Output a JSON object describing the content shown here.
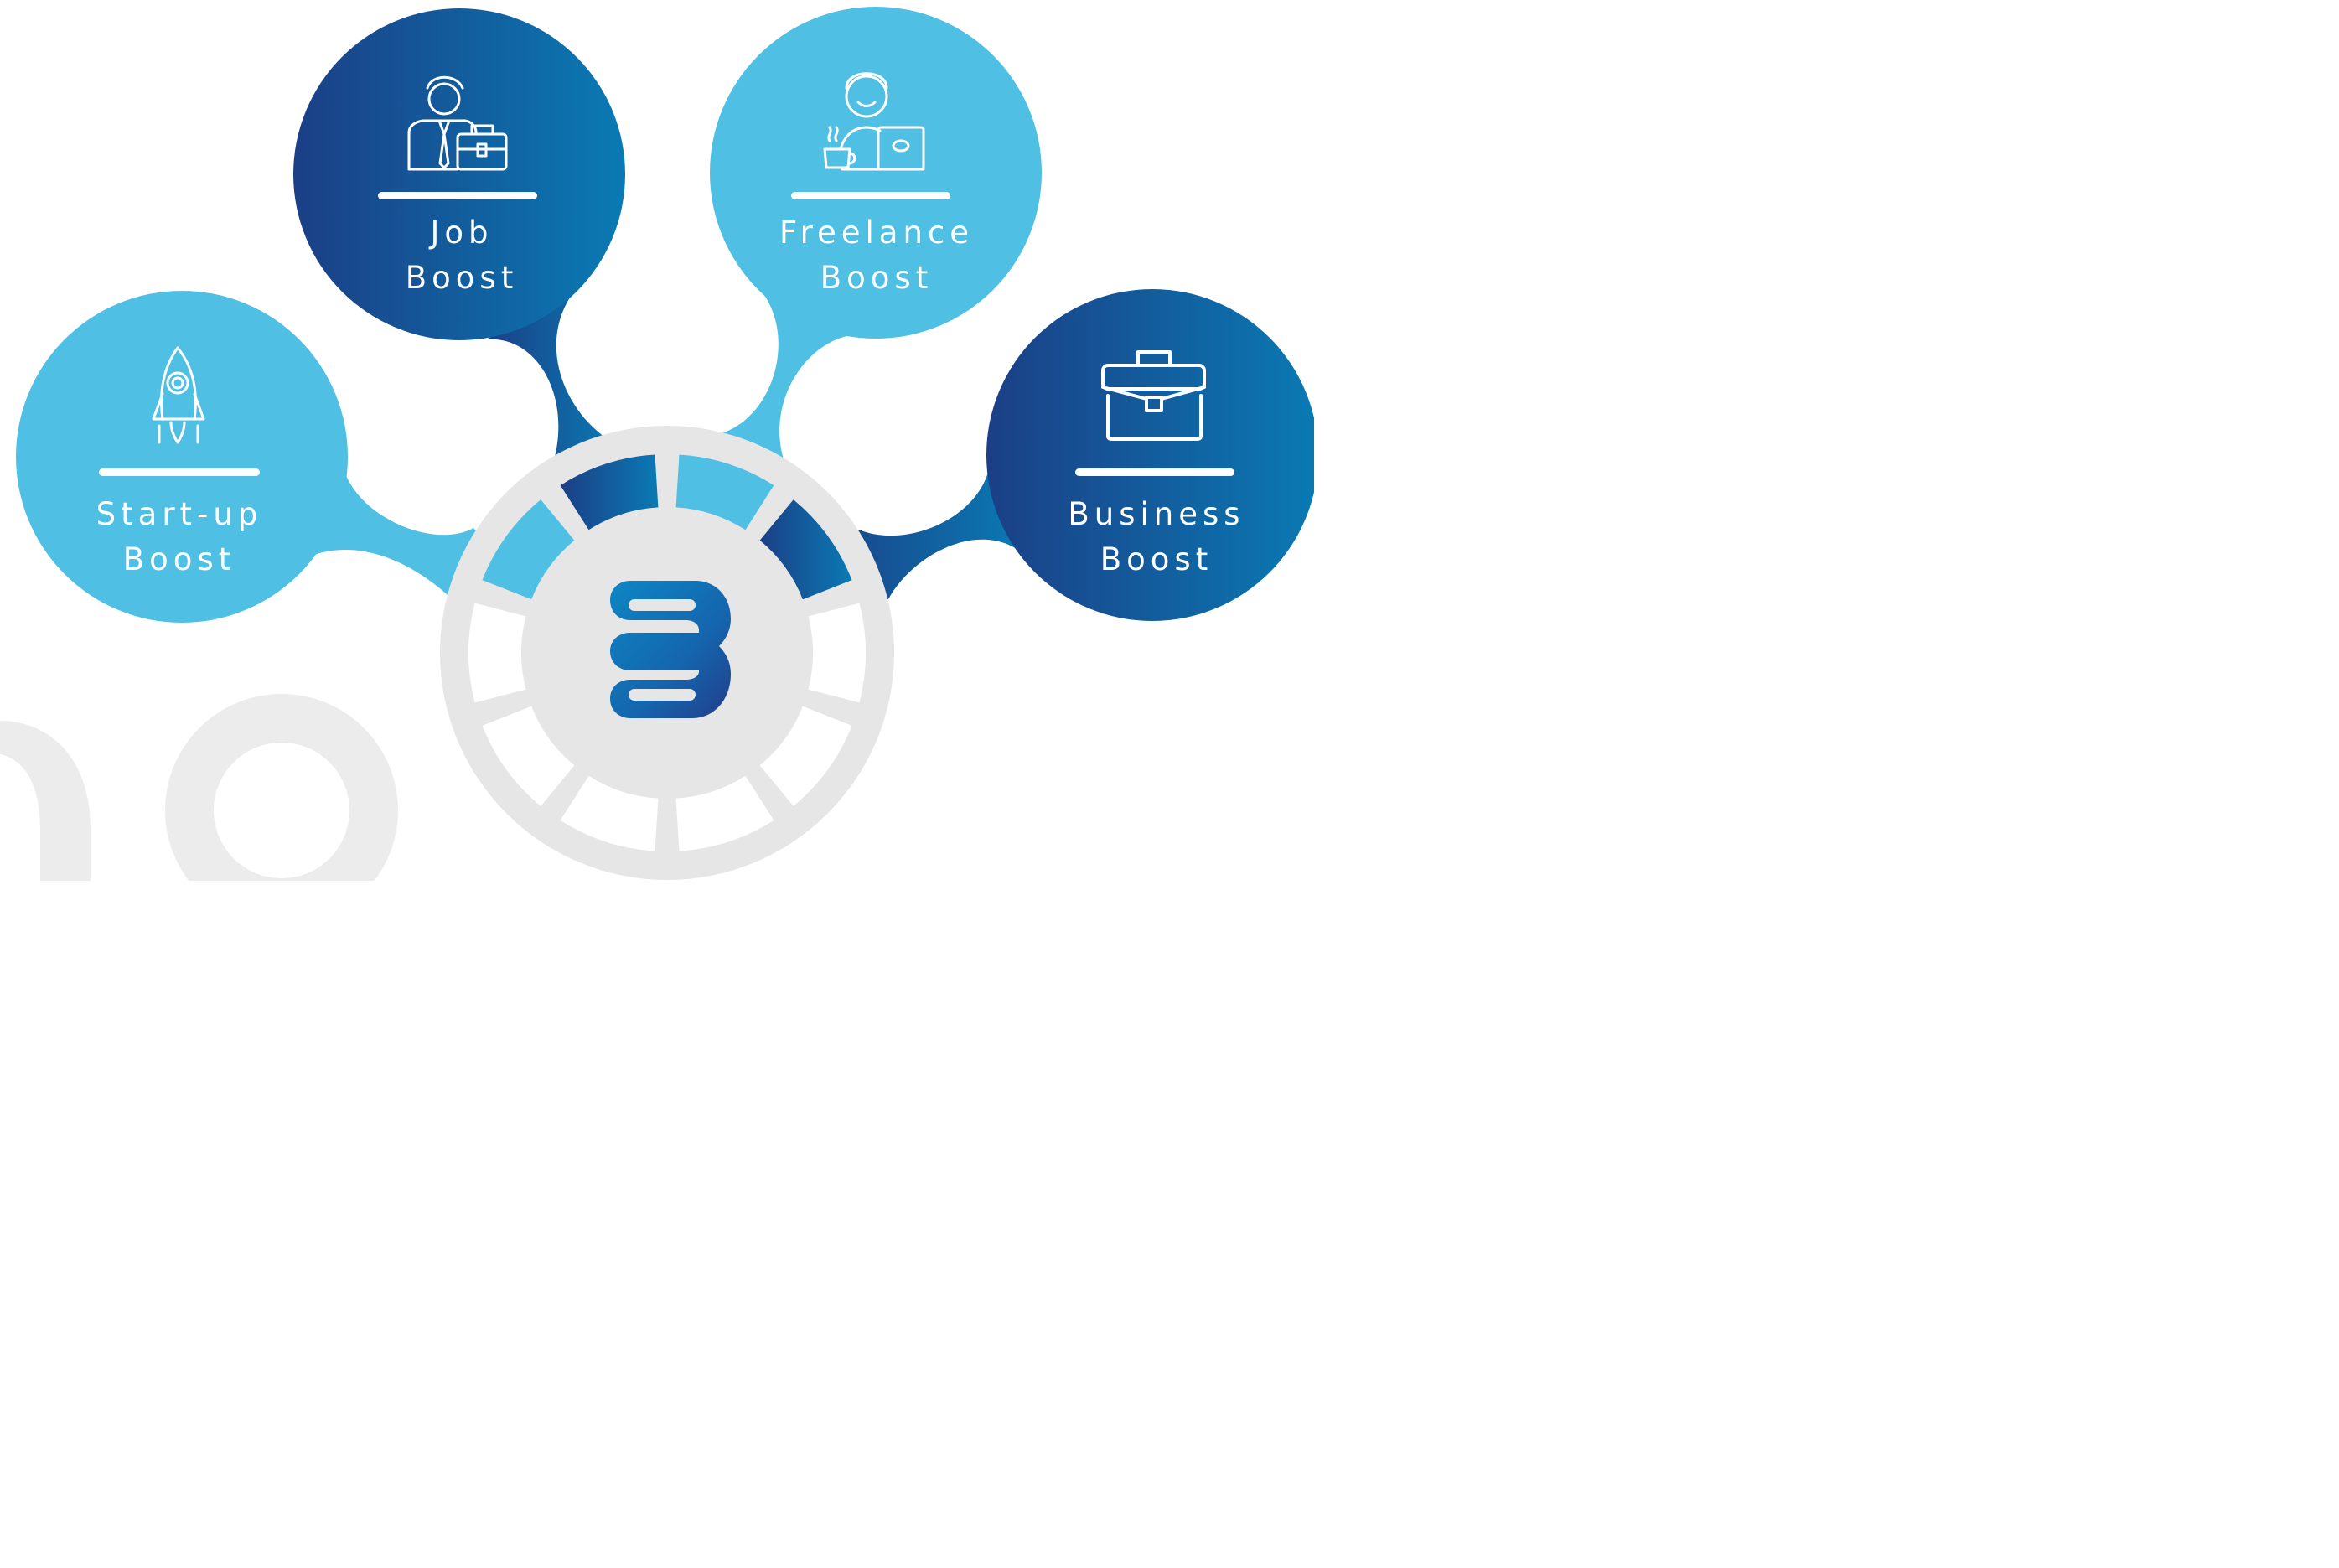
{
  "bubbles": {
    "startup": {
      "line1": "Start-up",
      "line2": "Boost",
      "icon": "rocket-icon",
      "color": "#4fc0e3"
    },
    "job": {
      "line1": "Job",
      "line2": "Boost",
      "icon": "employee-briefcase-icon",
      "color": "#1a4a8c"
    },
    "freelance": {
      "line1": "Freelance",
      "line2": "Boost",
      "icon": "freelancer-laptop-icon",
      "color": "#4fc0e3"
    },
    "business": {
      "line1": "Business",
      "line2": "Boost",
      "icon": "briefcase-icon",
      "color": "#1a4a8c"
    }
  },
  "hub": {
    "logo": "B",
    "icon": "brand-b-logo",
    "ring_color": "#e6e6e7"
  },
  "background": {
    "watermark": "no"
  },
  "colors": {
    "light_blue": "#4fc0e3",
    "dark_blue_start": "#1b3f86",
    "dark_blue_end": "#0a7ab3",
    "gray": "#e6e6e7"
  }
}
